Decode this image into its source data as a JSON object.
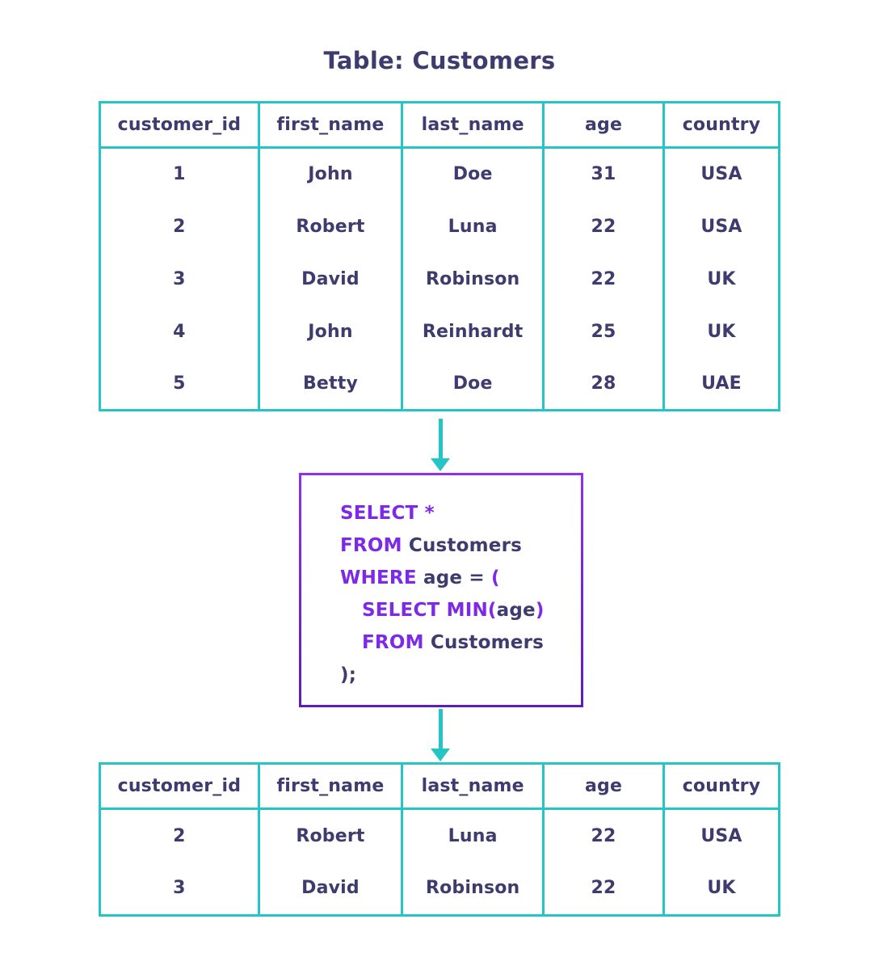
{
  "title": "Table: Customers",
  "colors": {
    "teal": "#25c5c7",
    "navy": "#3e3c6e",
    "purple": "#7d2ae8",
    "bg": "#ffffff"
  },
  "source_table": {
    "columns": [
      "customer_id",
      "first_name",
      "last_name",
      "age",
      "country"
    ],
    "rows": [
      [
        "1",
        "John",
        "Doe",
        "31",
        "USA"
      ],
      [
        "2",
        "Robert",
        "Luna",
        "22",
        "USA"
      ],
      [
        "3",
        "David",
        "Robinson",
        "22",
        "UK"
      ],
      [
        "4",
        "John",
        "Reinhardt",
        "25",
        "UK"
      ],
      [
        "5",
        "Betty",
        "Doe",
        "28",
        "UAE"
      ]
    ]
  },
  "query": {
    "lines": [
      {
        "indent": 0,
        "segments": [
          {
            "text": "SELECT *",
            "type": "keyword"
          }
        ]
      },
      {
        "indent": 0,
        "segments": [
          {
            "text": "FROM",
            "type": "keyword"
          },
          {
            "text": " Customers",
            "type": "plain"
          }
        ]
      },
      {
        "indent": 0,
        "segments": [
          {
            "text": "WHERE",
            "type": "keyword"
          },
          {
            "text": " age = ",
            "type": "plain"
          },
          {
            "text": "(",
            "type": "keyword"
          }
        ]
      },
      {
        "indent": 1,
        "segments": [
          {
            "text": "SELECT MIN(",
            "type": "keyword"
          },
          {
            "text": "age",
            "type": "plain"
          },
          {
            "text": ")",
            "type": "keyword"
          }
        ]
      },
      {
        "indent": 1,
        "segments": [
          {
            "text": "FROM",
            "type": "keyword"
          },
          {
            "text": " Customers",
            "type": "plain"
          }
        ]
      },
      {
        "indent": 0,
        "segments": [
          {
            "text": ");",
            "type": "plain"
          }
        ]
      }
    ]
  },
  "result_table": {
    "columns": [
      "customer_id",
      "first_name",
      "last_name",
      "age",
      "country"
    ],
    "rows": [
      [
        "2",
        "Robert",
        "Luna",
        "22",
        "USA"
      ],
      [
        "3",
        "David",
        "Robinson",
        "22",
        "UK"
      ]
    ]
  }
}
